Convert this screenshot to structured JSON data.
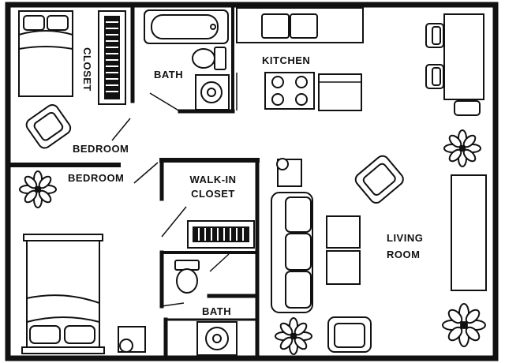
{
  "labels": {
    "closet": "CLOSET",
    "bedroom_top": "BEDROOM",
    "bath_top": "BATH",
    "kitchen": "KITCHEN",
    "bedroom_main": "BEDROOM",
    "walkin_line1": "WALK-IN",
    "walkin_line2": "CLOSET",
    "living_line1": "LIVING",
    "living_line2": "ROOM",
    "bath_bottom": "BATH"
  }
}
